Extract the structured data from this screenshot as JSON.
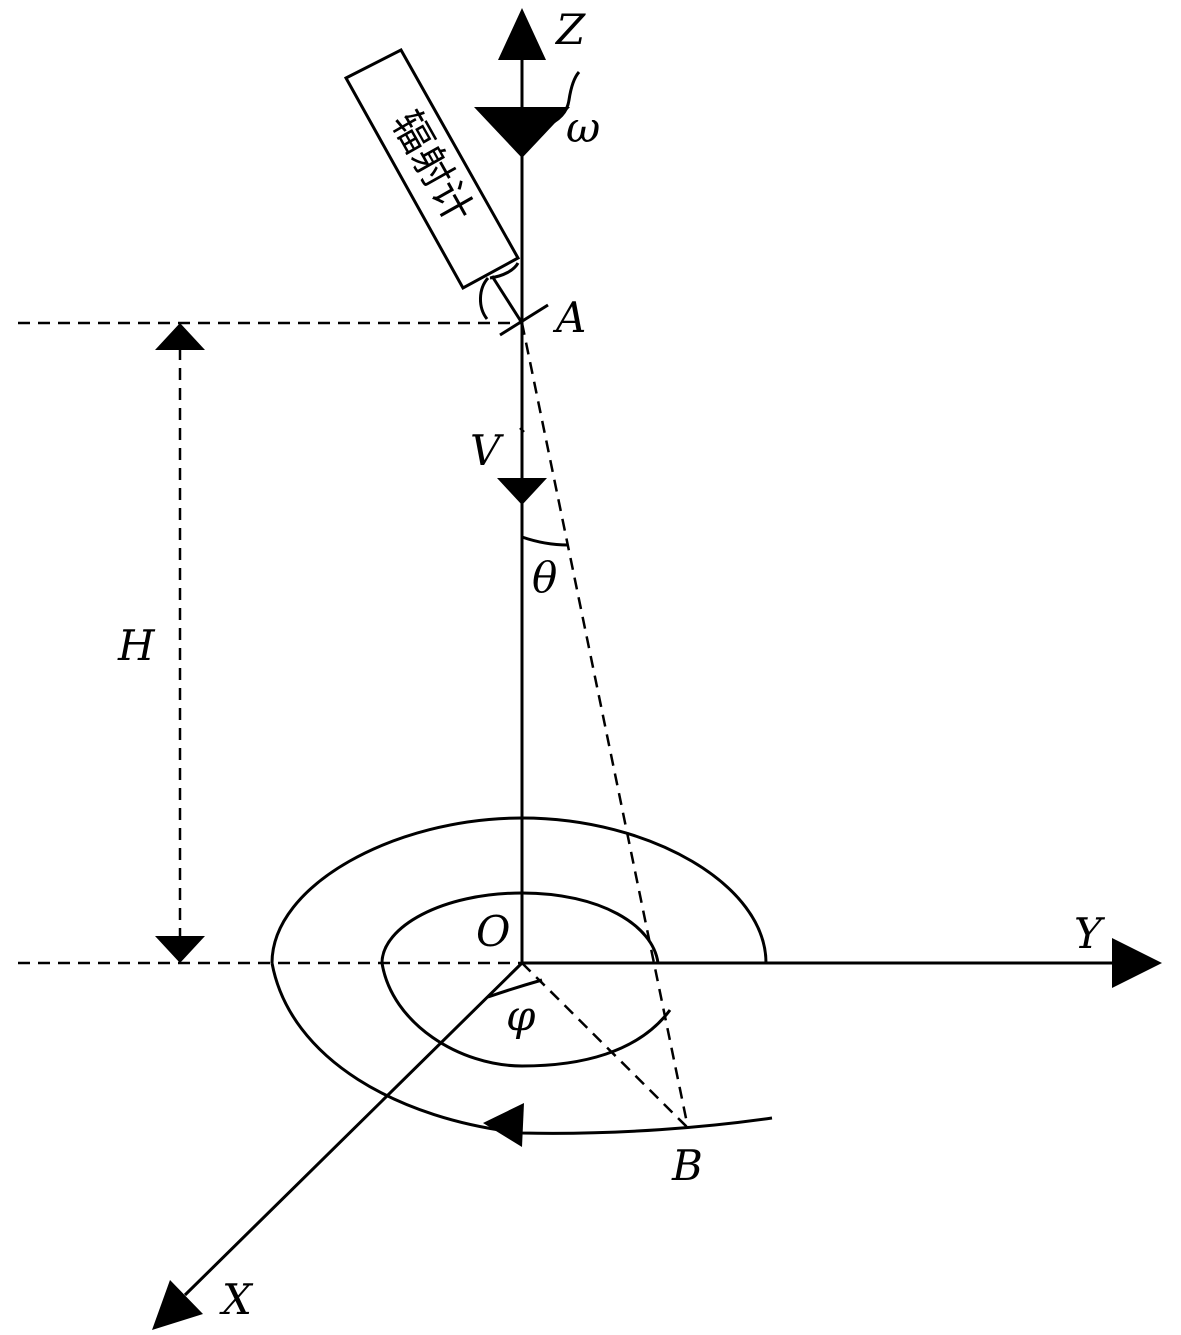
{
  "labels": {
    "z": "Z",
    "y": "Y",
    "x": "X",
    "omega": "ω",
    "a": "A",
    "v": "V",
    "theta": "θ",
    "h": "H",
    "o": "O",
    "phi": "φ",
    "b": "B",
    "radiometer": "辐射计"
  }
}
